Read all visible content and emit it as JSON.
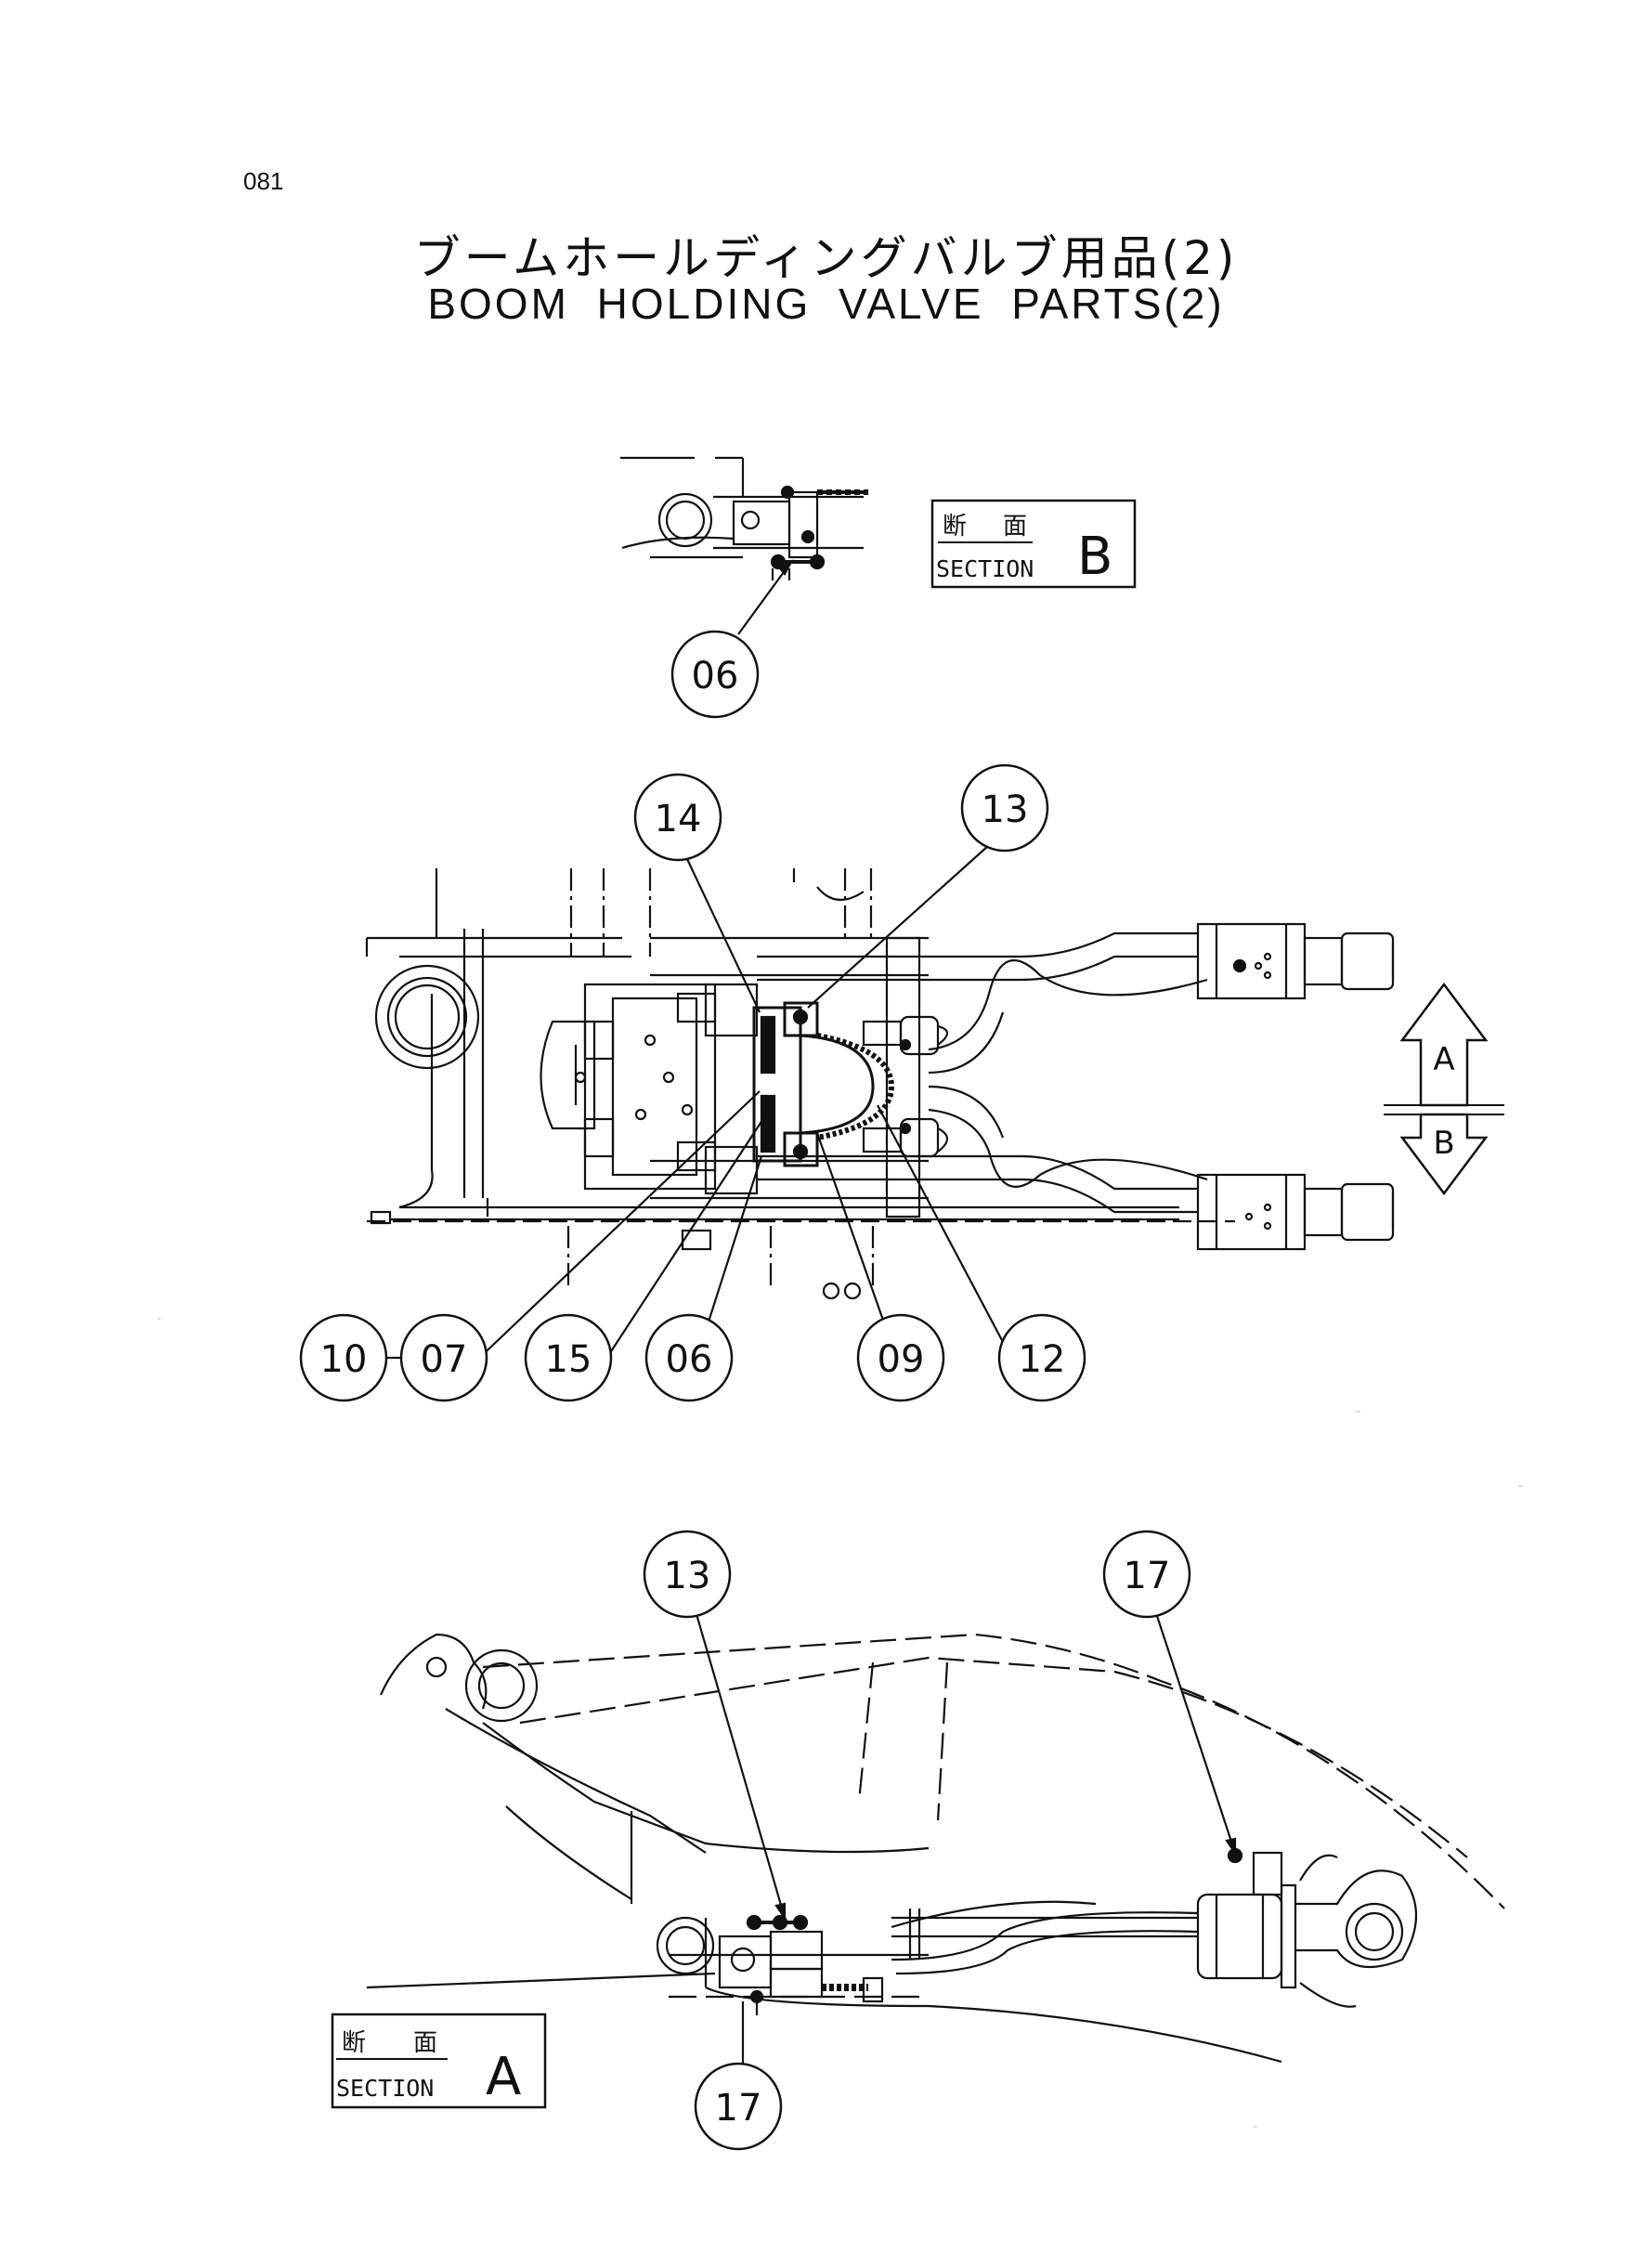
{
  "page": {
    "number": "081"
  },
  "title": {
    "ja": "ブームホールディングバルブ用品(2)",
    "en": "BOOM HOLDING VALVE PARTS(2)"
  },
  "sections": {
    "B": {
      "kanji_1": "断",
      "kanji_2": "面",
      "label": "SECTION",
      "letter": "B"
    },
    "A": {
      "kanji_1": "断",
      "kanji_2": "面",
      "label": "SECTION",
      "letter": "A"
    }
  },
  "view_arrows": {
    "up": "A",
    "down": "B"
  },
  "callouts": {
    "top": [
      "06"
    ],
    "middle": [
      "14",
      "13",
      "10",
      "07",
      "15",
      "06",
      "09",
      "12"
    ],
    "bottom": [
      "13",
      "17",
      "17"
    ]
  }
}
